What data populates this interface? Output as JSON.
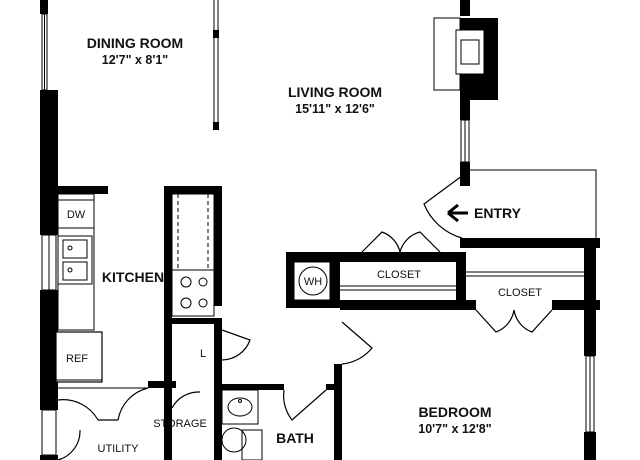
{
  "rooms": {
    "dining": {
      "name": "DINING ROOM",
      "size": "12'7\" x 8'1\""
    },
    "living": {
      "name": "LIVING ROOM",
      "size": "15'11\" x 12'6\""
    },
    "kitchen": {
      "name": "KITCHEN"
    },
    "bedroom": {
      "name": "BEDROOM",
      "size": "10'7\" x 12'8\""
    },
    "bath": {
      "name": "BATH"
    },
    "storage": {
      "name": "STORAGE"
    },
    "utility": {
      "name": "UTILITY"
    },
    "closet_hall": {
      "name": "CLOSET"
    },
    "closet_bedroom": {
      "name": "CLOSET"
    }
  },
  "fixtures": {
    "dishwasher": "DW",
    "refrigerator": "REF",
    "water_heater": "WH",
    "linen": "L"
  },
  "entry": {
    "label": "ENTRY",
    "arrow": "left-arrow"
  }
}
